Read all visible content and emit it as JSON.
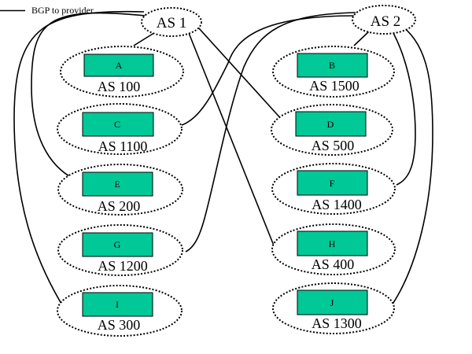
{
  "legend": {
    "label": "BGP to provider"
  },
  "colors": {
    "box_fill": "#00c896",
    "line": "#000000",
    "background": "#ffffff"
  },
  "providers": [
    {
      "id": "as1",
      "label": "AS 1"
    },
    {
      "id": "as2",
      "label": "AS 2"
    }
  ],
  "customers": [
    {
      "id": "A",
      "box": "A",
      "as": "AS 100"
    },
    {
      "id": "C",
      "box": "C",
      "as": "AS 1100"
    },
    {
      "id": "E",
      "box": "E",
      "as": "AS 200"
    },
    {
      "id": "G",
      "box": "G",
      "as": "AS 1200"
    },
    {
      "id": "I",
      "box": "I",
      "as": "AS 300"
    },
    {
      "id": "B",
      "box": "B",
      "as": "AS 1500"
    },
    {
      "id": "D",
      "box": "D",
      "as": "AS 500"
    },
    {
      "id": "F",
      "box": "F",
      "as": "AS 1400"
    },
    {
      "id": "H",
      "box": "H",
      "as": "AS 400"
    },
    {
      "id": "J",
      "box": "J",
      "as": "AS 1300"
    }
  ],
  "links": [
    {
      "from": "as1",
      "to": "A"
    },
    {
      "from": "as1",
      "to": "E"
    },
    {
      "from": "as1",
      "to": "I"
    },
    {
      "from": "as1",
      "to": "D"
    },
    {
      "from": "as1",
      "to": "H"
    },
    {
      "from": "as2",
      "to": "B"
    },
    {
      "from": "as2",
      "to": "C"
    },
    {
      "from": "as2",
      "to": "F"
    },
    {
      "from": "as2",
      "to": "G"
    },
    {
      "from": "as2",
      "to": "J"
    }
  ]
}
